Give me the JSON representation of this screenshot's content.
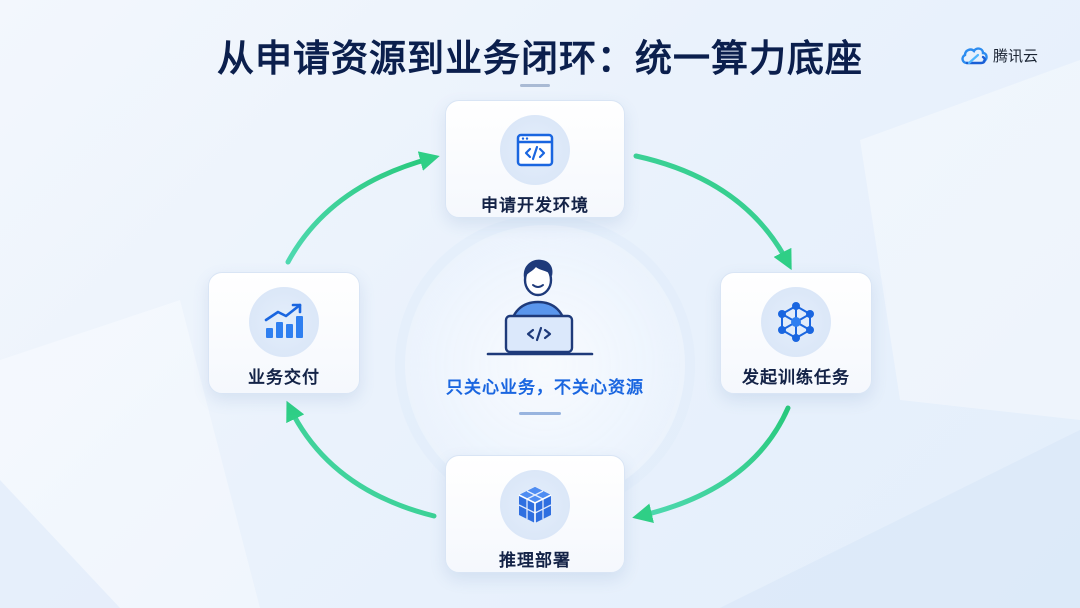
{
  "title": "从申请资源到业务闭环：统一算力底座",
  "brand": {
    "name": "腾讯云",
    "icon": "tencent-cloud-logo"
  },
  "center": {
    "text": "只关心业务，不关心资源",
    "icon": "developer-at-laptop-icon"
  },
  "steps": [
    {
      "label": "申请开发环境",
      "icon": "code-window-icon"
    },
    {
      "label": "发起训练任务",
      "icon": "neural-network-icon"
    },
    {
      "label": "推理部署",
      "icon": "cube-blocks-icon"
    },
    {
      "label": "业务交付",
      "icon": "growth-chart-icon"
    }
  ],
  "colors": {
    "accent": "#1a66e0",
    "arrow": "#2fcf86",
    "title": "#0b1f4d"
  }
}
